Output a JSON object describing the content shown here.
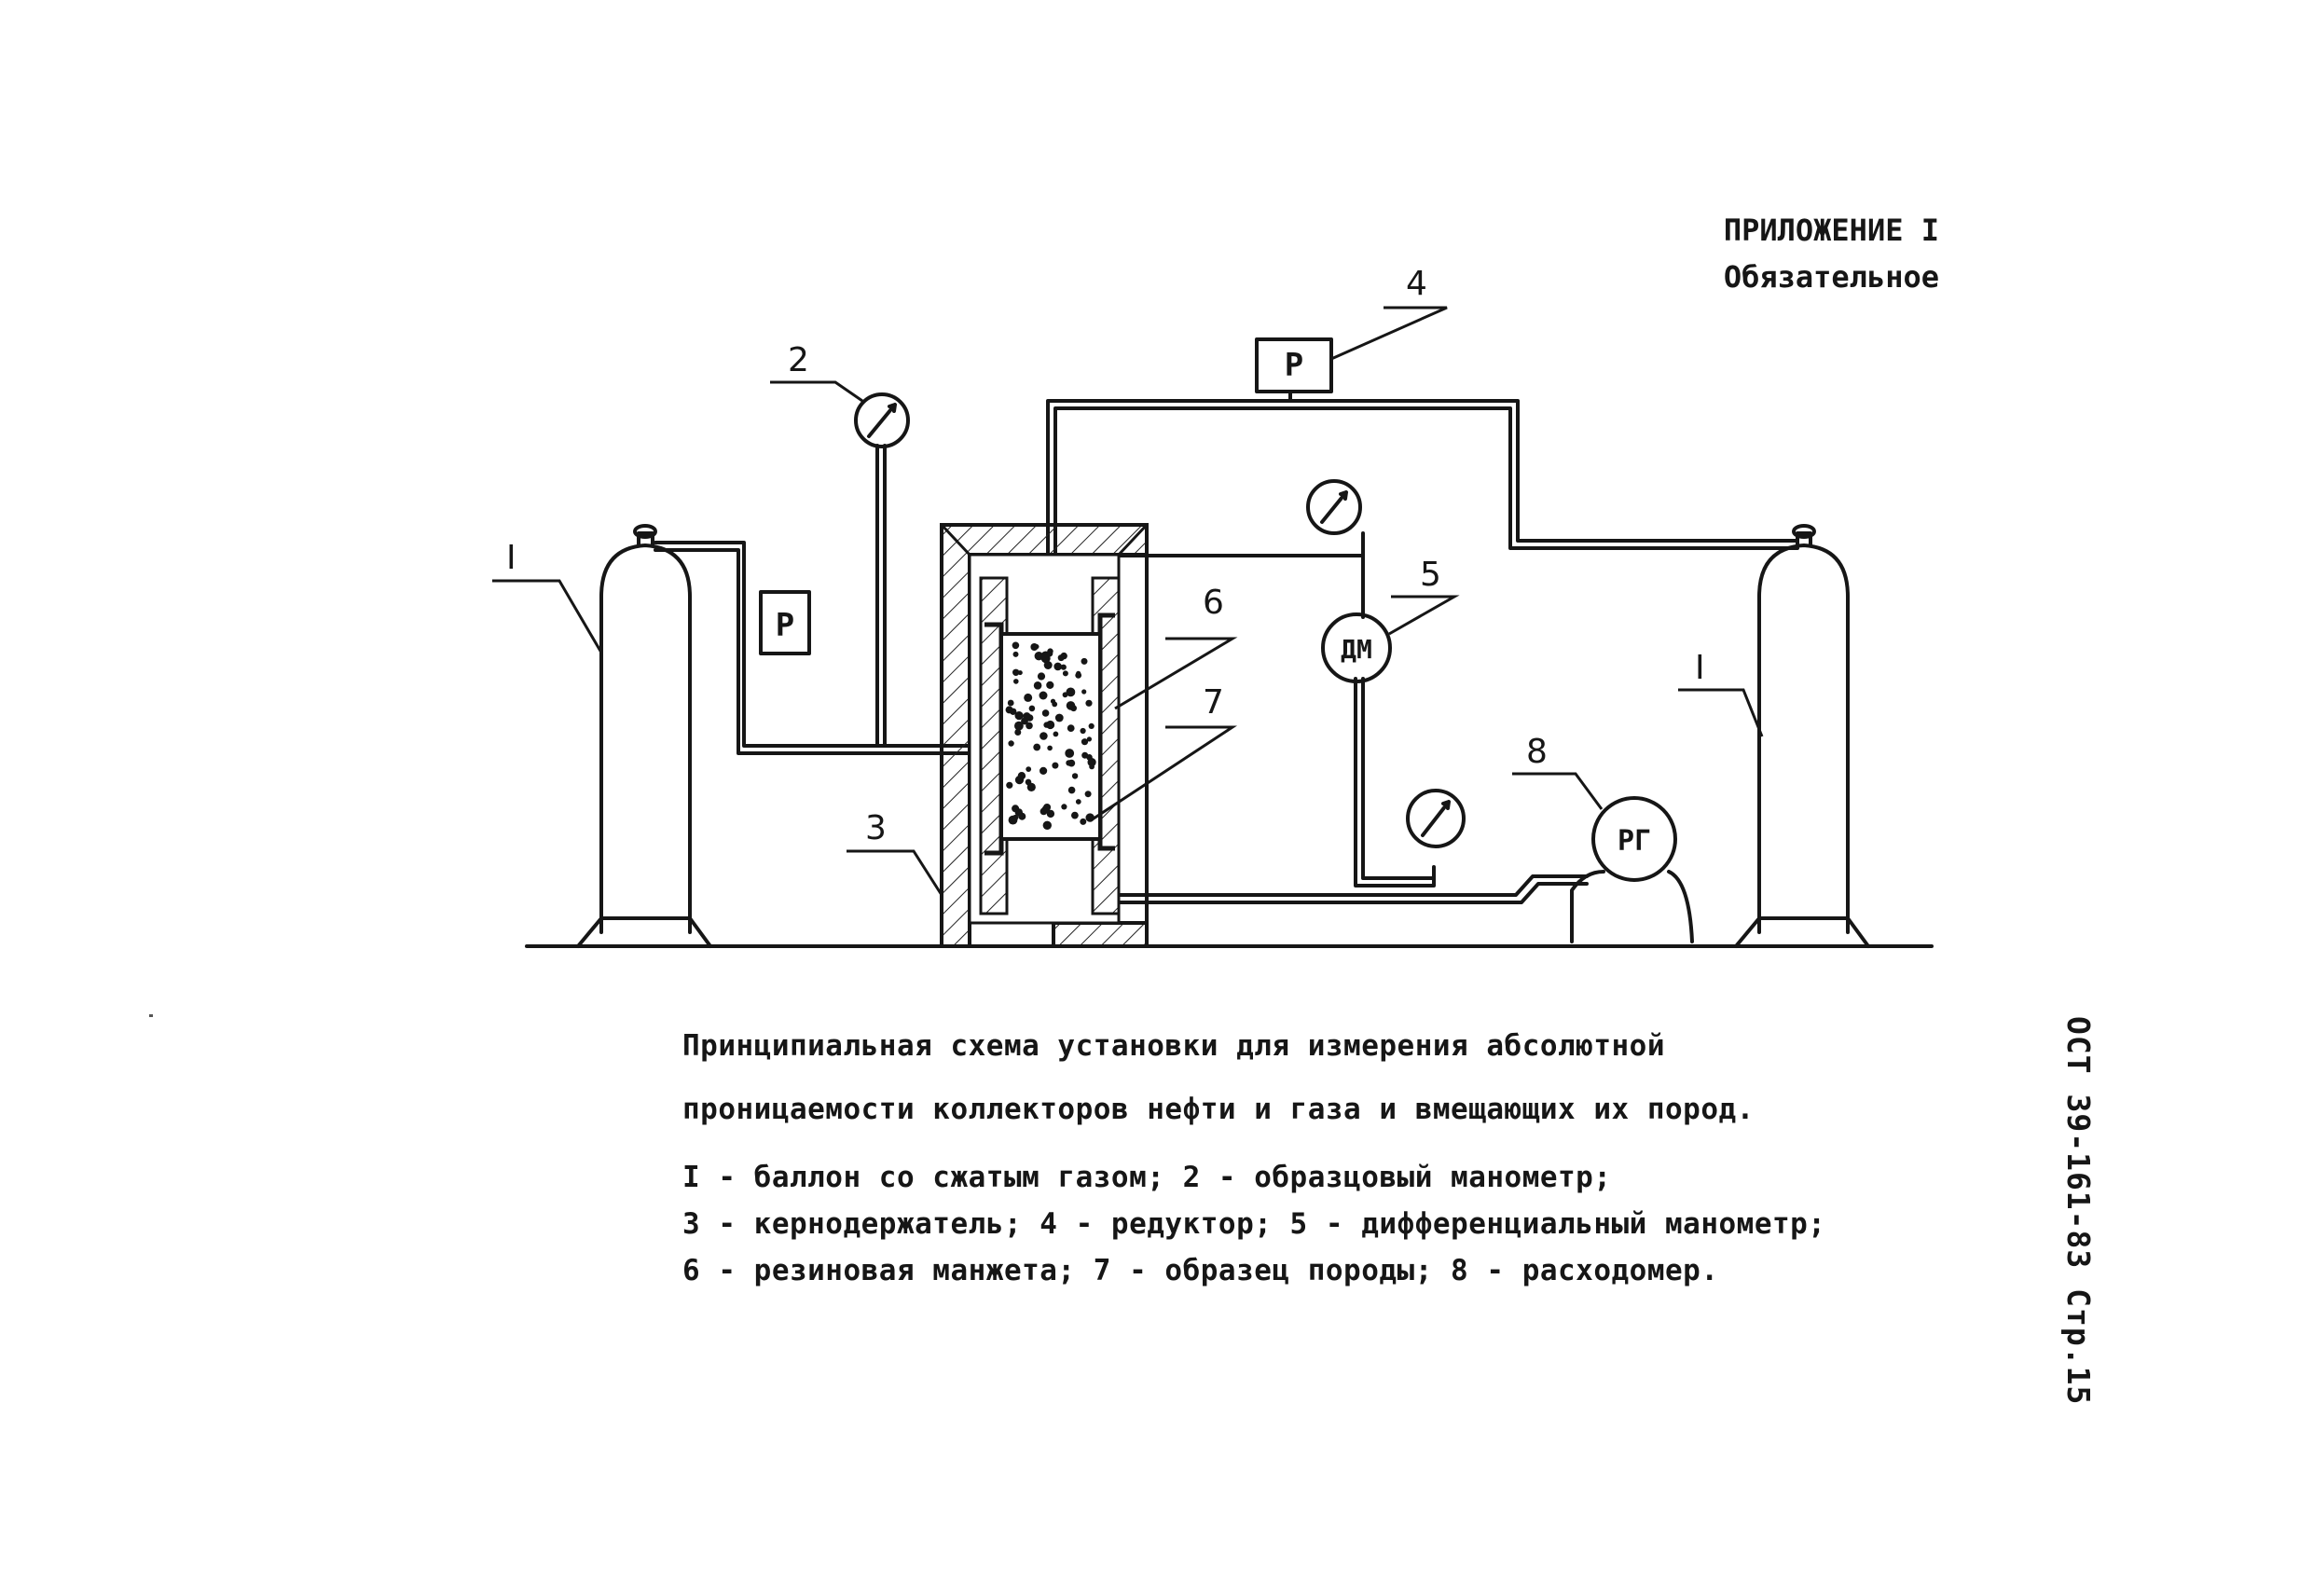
{
  "header": {
    "appendix": "ПРИЛОЖЕНИЕ I",
    "status": "Обязательное"
  },
  "diagram": {
    "callouts": {
      "cyl_left": "I",
      "gauge": "2",
      "holder": "3",
      "reducer": "4",
      "diff": "5",
      "cuff": "6",
      "sample": "7",
      "flow": "8",
      "cyl_right": "I"
    },
    "symbols": {
      "regulator_left": "Р",
      "regulator_top": "Р",
      "diff_manometer": "ДМ",
      "flowmeter": "РГ"
    }
  },
  "caption": {
    "line1": "Принципиальная схема установки для измерения абсолютной",
    "line2": "проницаемости коллекторов нефти и газа и вмещающих их пород."
  },
  "legend": [
    "I - баллон со сжатым газом; 2 - образцовый манометр;",
    "3 - кернодержатель; 4 - редуктор; 5 - дифференциальный манометр;",
    "6 - резиновая манжета; 7 - образец породы; 8 - расходомер."
  ],
  "side_label": "ОСТ 39-161-83 Стр.15"
}
